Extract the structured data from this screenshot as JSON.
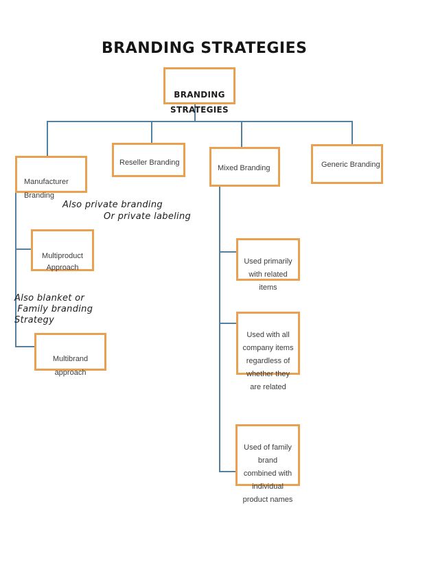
{
  "title": "BRANDING STRATEGIES",
  "colors": {
    "background": "#ffffff",
    "box_border_orange": "#E9A051",
    "connector_blue": "#54809F",
    "box_text": "#3b3b3b",
    "title_text": "#161616"
  },
  "nodes": {
    "root": {
      "label": "BRANDING\nSTRATEGIES"
    },
    "manufacturer": {
      "label": "Manufacturer\nBranding"
    },
    "reseller": {
      "label": "Reseller Branding"
    },
    "mixed": {
      "label": "Mixed Branding"
    },
    "generic": {
      "label": "Generic Branding"
    },
    "multiproduct": {
      "label": "Multiproduct\nApproach"
    },
    "multibrand": {
      "label": "Multibrand\napproach"
    },
    "used_related": {
      "label": "Used primarily\nwith related\nitems"
    },
    "used_all": {
      "label": "Used with all\ncompany items\nregardless  of\nwhether they\nare related"
    },
    "used_family": {
      "label": "Used of family\nbrand\ncombined with\nindividual\nproduct names"
    }
  },
  "annotations": {
    "private_line1": "Also private branding",
    "private_line2": "Or private labeling",
    "blanket": "Also blanket or\n Family branding\nStrategy"
  }
}
